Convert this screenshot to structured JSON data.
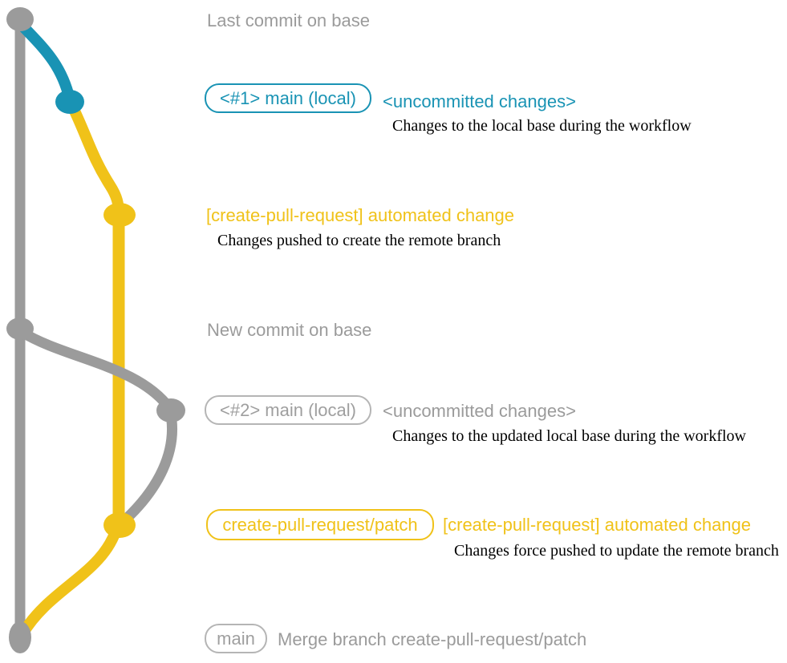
{
  "diagram": {
    "title": "git branch workflow diagram (create-pull-request)",
    "colors": {
      "base_branch": "#9b9b9b",
      "local_main_branch": "#1993b4",
      "patch_branch": "#f0c219",
      "note_text": "#000000",
      "background": "#ffffff"
    },
    "events": {
      "e1": {
        "caption": "Last commit on base"
      },
      "e2": {
        "badge": "<#1> main (local)",
        "heading": "<uncommitted changes>",
        "note": "Changes to the local base during the workflow"
      },
      "e3": {
        "heading": "[create-pull-request] automated change",
        "note": "Changes pushed to create the remote branch"
      },
      "e4": {
        "caption": "New commit on base"
      },
      "e5": {
        "badge": "<#2> main (local)",
        "heading": "<uncommitted changes>",
        "note": "Changes to the updated local base during the workflow"
      },
      "e6": {
        "badge": "create-pull-request/patch",
        "heading": "[create-pull-request] automated change",
        "note": "Changes force pushed to update the remote branch"
      },
      "e7": {
        "badge": "main",
        "caption": "Merge branch create-pull-request/patch"
      }
    }
  }
}
